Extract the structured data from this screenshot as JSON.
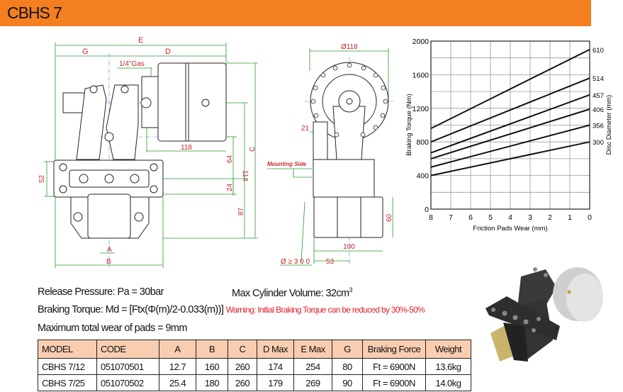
{
  "header": {
    "title": "CBHS 7"
  },
  "specs": {
    "release_pressure": "Release Pressure: Pa = 30bar",
    "cylinder_volume": "Max Cylinder Volume: 32cm",
    "cylinder_volume_sup": "3",
    "braking_torque": "Braking Torque: Md = [Ftx(Φ(m)/2-0.033(m))]",
    "warning": "Warning: Initial Braking Torque can be reduced by 30%-50%",
    "max_wear": "Maximum total wear of pads = 9mm"
  },
  "drawing": {
    "side": {
      "E": "E",
      "G": "G",
      "D": "D",
      "gas": "1/4\"Gas",
      "d118": "118",
      "d114": "114",
      "C": "C",
      "d64": "64",
      "d24": "24",
      "d87": "87",
      "d52": "52",
      "A": "A",
      "B": "B"
    },
    "front": {
      "dia118": "Ø118",
      "d21": "21",
      "mounting": "Mounting Side",
      "d60": "60",
      "d100": "100",
      "d53": "53",
      "disc": "Ø ≥ 3 0 0"
    }
  },
  "table": {
    "headers": [
      "MODEL",
      "CODE",
      "A",
      "B",
      "C",
      "D Max",
      "E Max",
      "G",
      "Braking Force",
      "Weight"
    ],
    "rows": [
      [
        "CBHS 7/12",
        "051070501",
        "12.7",
        "160",
        "260",
        "174",
        "254",
        "80",
        "Ft = 6900N",
        "13.6kg"
      ],
      [
        "CBHS 7/25",
        "051070502",
        "25.4",
        "180",
        "260",
        "179",
        "269",
        "90",
        "Ft = 6900N",
        "14.0kg"
      ]
    ]
  },
  "chart_data": {
    "type": "line",
    "title": "",
    "xlabel": "Friction Pads Wear (mm)",
    "ylabel": "Braking Torque (Nm)",
    "y2label": "Disc Diameter (mm)",
    "xlim": [
      8,
      0
    ],
    "ylim": [
      0,
      2000
    ],
    "x_ticks": [
      "8",
      "7",
      "6",
      "5",
      "4",
      "3",
      "2",
      "1",
      "0"
    ],
    "y_ticks": [
      "0",
      "400",
      "800",
      "1200",
      "1600",
      "2000"
    ],
    "grid": true,
    "x": [
      8,
      0
    ],
    "series": [
      {
        "name": "610",
        "values": [
          960,
          1900
        ]
      },
      {
        "name": "514",
        "values": [
          800,
          1560
        ]
      },
      {
        "name": "457",
        "values": [
          670,
          1360
        ]
      },
      {
        "name": "406",
        "values": [
          600,
          1190
        ]
      },
      {
        "name": "356",
        "values": [
          500,
          1000
        ]
      },
      {
        "name": "300",
        "values": [
          400,
          800
        ]
      }
    ]
  }
}
